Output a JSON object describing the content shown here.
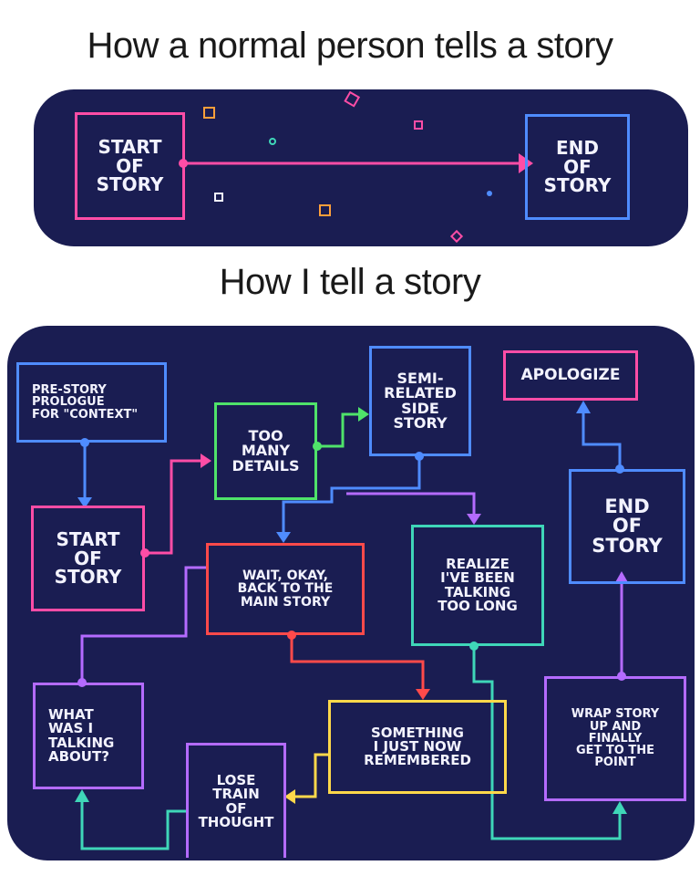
{
  "captions": {
    "normal": "How a normal person tells a story",
    "mine": "How I tell a story"
  },
  "normal_flow": {
    "start": "START\nOF\nSTORY",
    "end": "END\nOF\nSTORY"
  },
  "my_flow": {
    "prologue": "PRE-STORY\nPROLOGUE\nFOR \"CONTEXT\"",
    "start": "START\nOF\nSTORY",
    "too_many_details": "TOO\nMANY\nDETAILS",
    "semi_related": "SEMI-\nRELATED\nSIDE\nSTORY",
    "apologize": "APOLOGIZE",
    "wait_okay": "WAIT, OKAY,\nBACK TO THE\nMAIN STORY",
    "realize": "REALIZE\nI'VE BEEN\nTALKING\nTOO LONG",
    "end": "END\nOF\nSTORY",
    "what_was_i": "WHAT\nWAS I\nTALKING\nABOUT?",
    "something": "SOMETHING\nI JUST NOW\nREMEMBERED",
    "lose_train": "LOSE\nTRAIN\nOF\nTHOUGHT",
    "wrap_story": "WRAP STORY\nUP AND\nFINALLY\nGET TO THE\nPOINT"
  },
  "colors": {
    "background": "#1a1d52",
    "pink": "#ff4da6",
    "blue": "#4f8cff",
    "green": "#4fe36a",
    "violet": "#b46bff",
    "yellow": "#ffd84a",
    "red": "#ff4a4a",
    "teal": "#3fd6b8",
    "orange": "#ff9f3a"
  }
}
